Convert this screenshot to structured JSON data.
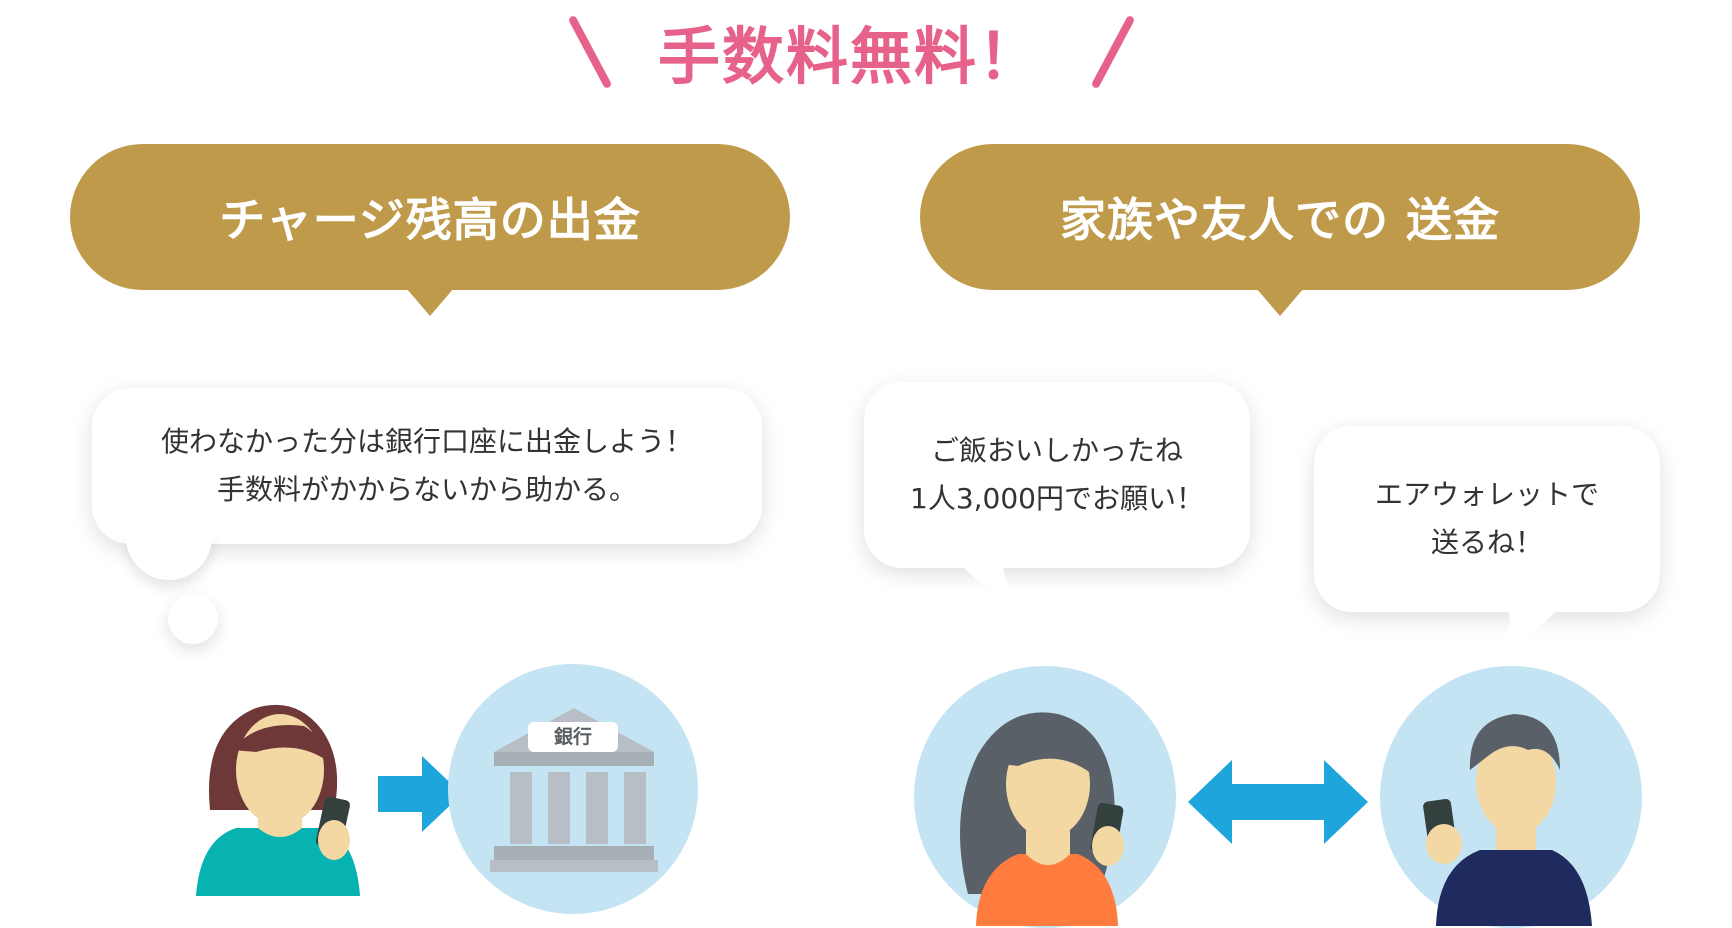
{
  "headline": {
    "text": "手数料無料！"
  },
  "left_card": {
    "title": "チャージ残高の出金",
    "bubble_lines": [
      "使わなかった分は銀行口座に出金しよう！",
      "手数料がかからないから助かる。"
    ],
    "bank_sign": "銀行"
  },
  "right_card": {
    "title": "家族や友人での 送金",
    "bubble_a_lines": [
      "ご飯おいしかったね",
      "1人3,000円でお願い！"
    ],
    "bubble_b_lines": [
      "エアウォレットで",
      "送るね！"
    ]
  },
  "colors": {
    "pink": "#e6628a",
    "gold": "#bf9a4b",
    "arrow_blue": "#1ea6dc",
    "circle_blue": "#c5e4f3",
    "skin": "#f3d8a4"
  },
  "icons": [
    "woman-icon",
    "arrow-right-icon",
    "bank-icon",
    "woman-long-hair-icon",
    "double-arrow-icon",
    "man-icon"
  ]
}
